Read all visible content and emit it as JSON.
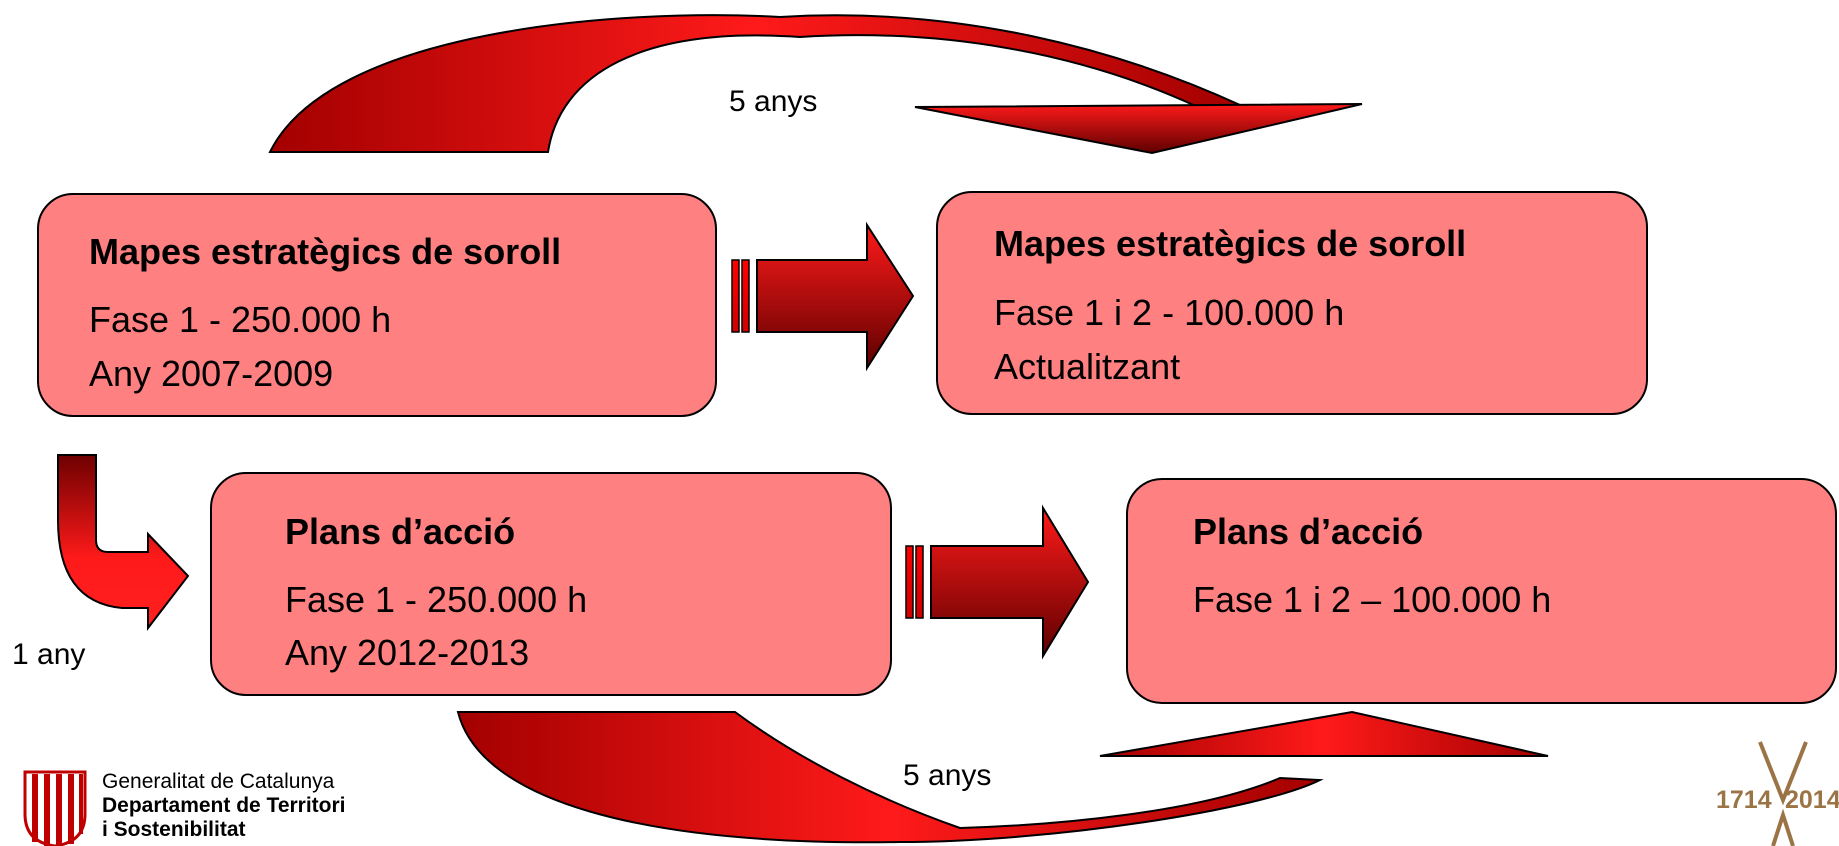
{
  "diagram": {
    "box_top_left": {
      "title": "Mapes estratègics de soroll",
      "line1": "Fase 1 - 250.000 h",
      "line2": "Any 2007-2009"
    },
    "box_top_right": {
      "title": "Mapes estratègics de soroll",
      "line1": "Fase 1 i 2 - 100.000 h",
      "line2": "Actualitzant"
    },
    "box_bottom_left": {
      "title": "Plans d’acció",
      "line1": "Fase 1 - 250.000 h",
      "line2": "Any 2012-2013"
    },
    "box_bottom_right": {
      "title": "Plans d’acció",
      "line1": "Fase 1 i 2 – 100.000 h"
    },
    "top_arc_label": "5 anys",
    "bottom_arc_label": "5 anys",
    "side_label": "1 any"
  },
  "footer": {
    "org_line1": "Generalitat de Catalunya",
    "org_line2": "Departament de Territori",
    "org_line3": "i Sostenibilitat",
    "year_start": "1714",
    "year_end": "2014"
  },
  "colors": {
    "box_fill": "#ff8080",
    "arrow_light": "#ff1a1a",
    "arrow_dark": "#6e0000"
  },
  "icons": [
    "catalonia-coat-of-arms-icon",
    "tricentenary-logo-icon"
  ]
}
